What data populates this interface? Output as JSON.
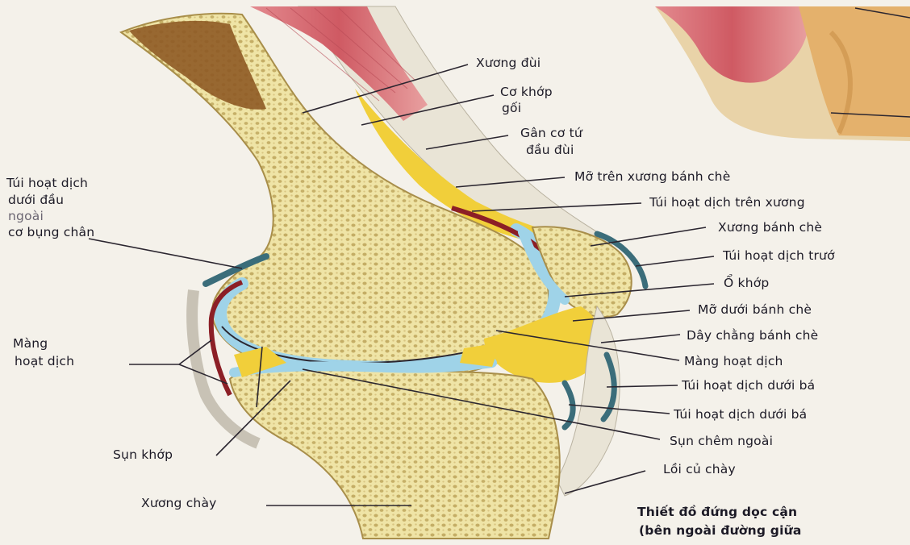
{
  "labels": {
    "xuong_dui": "Xương đùi",
    "co_khop_goi_1": "Cơ khớp",
    "co_khop_goi_2": "gối",
    "gan_co_tu_dau_1": "Gân cơ tứ",
    "gan_co_tu_dau_2": "đầu đùi",
    "mo_tren_xuong_banh_che": "Mỡ trên xương bánh chè",
    "tui_hoat_dich_tren_xuong": "Túi hoạt dịch trên xương",
    "xuong_banh_che": "Xương bánh chè",
    "tui_hoat_dich_truoc": "Túi hoạt dịch trướ",
    "o_khop": "Ổ khớp",
    "mo_duoi_banh_che": "Mỡ dưới bánh chè",
    "day_chang_banh_che": "Dây chằng bánh chè",
    "mang_hoat_dich_right": "Màng hoạt dịch",
    "tui_hoat_dich_duoi_ba_1": "Túi hoạt dịch dưới bá",
    "tui_hoat_dich_duoi_ba_2": "Túi hoạt dịch dưới bá",
    "sun_chem_ngoai": "Sụn chêm ngoài",
    "loi_cu_chay": "Lồi củ chày",
    "tui_hoat_dich_duoi_dau_ngoai_1": "Túi hoạt dịch",
    "tui_hoat_dich_duoi_dau_ngoai_2": "dưới đầu",
    "tui_hoat_dich_duoi_dau_ngoai_3": "ngoài",
    "tui_hoat_dich_duoi_dau_ngoai_4": "cơ bụng chân",
    "mang_hoat_dich_left_1": "Màng",
    "mang_hoat_dich_left_2": "hoạt dịch",
    "sun_khop": "Sụn khớp",
    "xuong_chay": "Xương chày"
  },
  "caption": {
    "line1": "Thiết đồ đứng dọc cận",
    "line2": "(bên ngoài đường giữa"
  },
  "colors": {
    "bone": "#efe4a6",
    "bone_pore": "#b59a4e",
    "marrow": "#8e5a25",
    "cartilage": "#9fd3e8",
    "synovium": "#8c1f26",
    "fat": "#f1cf3a",
    "muscle": "#d9717a",
    "tendon": "#e9e4d6",
    "leader": "#2b2630"
  }
}
